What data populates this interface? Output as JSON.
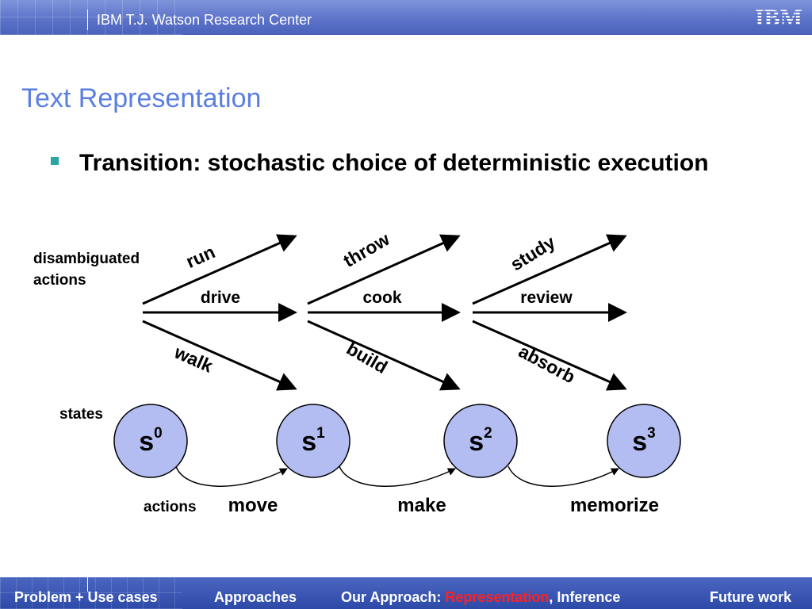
{
  "header": {
    "center_name": "IBM T.J. Watson Research Center",
    "logo_text": "IBM"
  },
  "slide": {
    "title": "Text Representation",
    "bullet": "Transition: stochastic choice of deterministic execution"
  },
  "diagram": {
    "labels": {
      "actions_top": [
        "disambiguated",
        "actions"
      ],
      "states": "states",
      "actions_bottom": "actions"
    },
    "stages": [
      {
        "up": "run",
        "mid": "drive",
        "down": "walk"
      },
      {
        "up": "throw",
        "mid": "cook",
        "down": "build"
      },
      {
        "up": "study",
        "mid": "review",
        "down": "absorb"
      }
    ],
    "states": [
      {
        "base": "s",
        "sup": "0"
      },
      {
        "base": "s",
        "sup": "1"
      },
      {
        "base": "s",
        "sup": "2"
      },
      {
        "base": "s",
        "sup": "3"
      }
    ],
    "transitions": [
      "move",
      "make",
      "memorize"
    ],
    "colors": {
      "node_fill": "#b3bdf2",
      "node_stroke": "#000000"
    }
  },
  "footer": {
    "nav": [
      {
        "label": "Problem + Use cases"
      },
      {
        "label": "Approaches"
      },
      {
        "label": "Our Approach: ",
        "highlight": "Representation",
        "tail": ", Inference"
      },
      {
        "label": "Future work"
      }
    ],
    "highlight_color": "#ff2020"
  }
}
